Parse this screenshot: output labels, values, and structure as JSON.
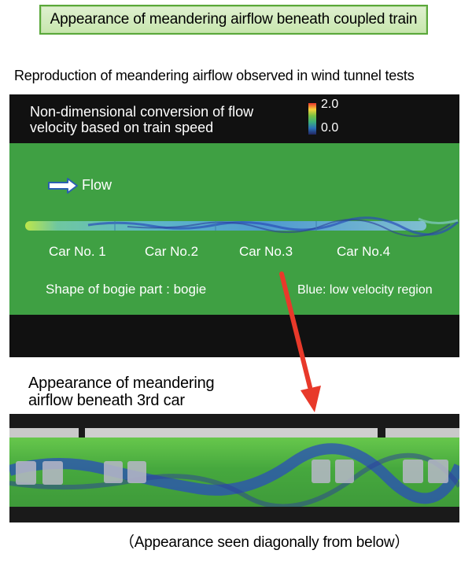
{
  "header": {
    "title": "Appearance of meandering airflow beneath coupled train",
    "subtitle": "Reproduction of meandering airflow observed in wind tunnel tests"
  },
  "panel_top": {
    "legend_line1": "Non-dimensional conversion of flow",
    "legend_line2": "velocity based on train speed",
    "colorbar_max": "2.0",
    "colorbar_min": "0.0",
    "flow_label": "Flow",
    "cars": [
      "Car No. 1",
      "Car No.2",
      "Car No.3",
      "Car No.4"
    ],
    "bogie_label": "Shape of bogie part : bogie",
    "blue_label": "Blue: low velocity region"
  },
  "panel_bottom": {
    "caption_line1": "Appearance of meandering",
    "caption_line2": "airflow beneath 3rd car",
    "note": "（Appearance seen diagonally from below）"
  },
  "colors": {
    "title_border": "#5aa83a",
    "flow_field": "#3fa043",
    "low_velocity": "#2a4fb8",
    "pointer_arrow": "#e8392a"
  }
}
